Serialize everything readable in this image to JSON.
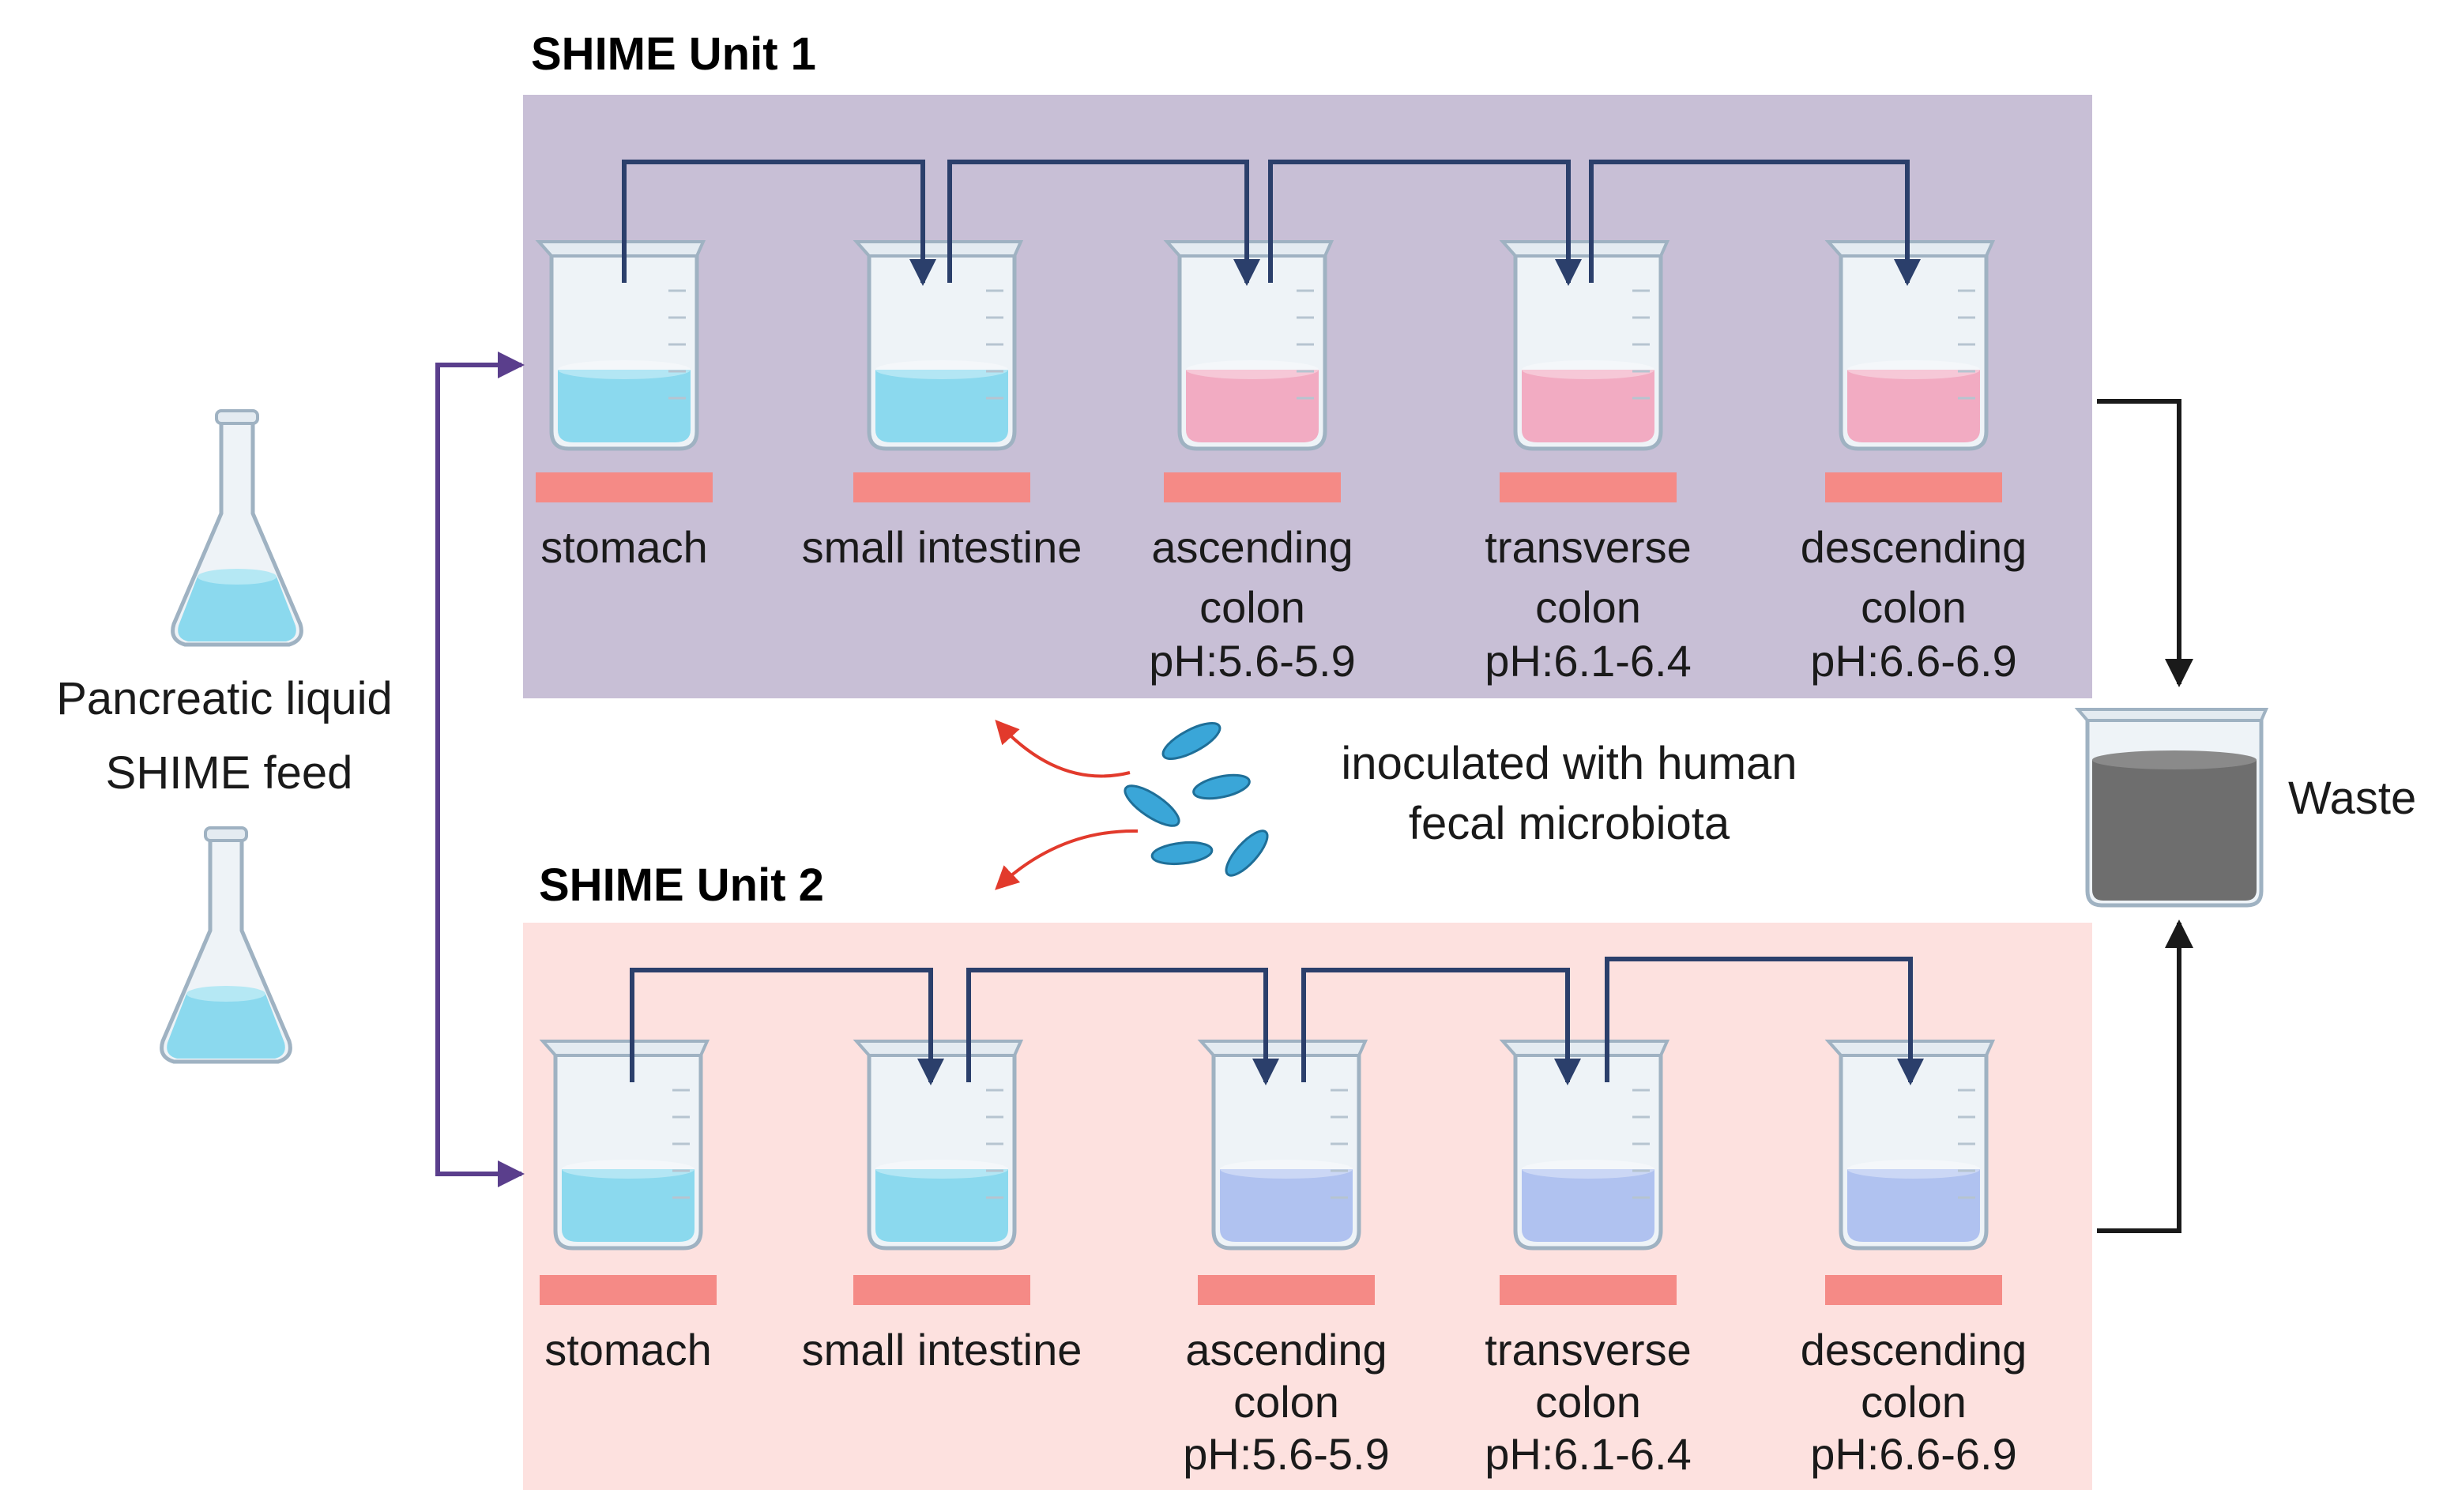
{
  "colors": {
    "unit1_title": "#5a4a8a",
    "unit1_panel": "#c8bfd6",
    "unit2_title": "#d9443f",
    "unit2_panel": "#fde1df",
    "flow_arrow": "#2b3f6b",
    "feed_arrow": "#5a3e8c",
    "waste_arrow": "#1a1a1a",
    "heater_bar": "#f58a86",
    "liquid_blue": "#7fd6ec",
    "liquid_pink": "#f2a3bb",
    "liquid_lavender": "#a9bcee",
    "liquid_waste": "#6e6e6e",
    "bacteria": "#3aa6d8",
    "inoculation_arrow": "#e23a2c"
  },
  "feed": {
    "line1": "Pancreatic liquid",
    "line2": "SHIME feed"
  },
  "unit1": {
    "title": "SHIME Unit 1",
    "vessels": [
      {
        "lines": [
          "stomach"
        ],
        "liquid": "blue"
      },
      {
        "lines": [
          "small intestine"
        ],
        "liquid": "blue"
      },
      {
        "lines": [
          "ascending",
          "colon",
          "pH:5.6-5.9"
        ],
        "liquid": "pink"
      },
      {
        "lines": [
          "transverse",
          "colon",
          "pH:6.1-6.4"
        ],
        "liquid": "pink"
      },
      {
        "lines": [
          "descending",
          "colon",
          "pH:6.6-6.9"
        ],
        "liquid": "pink"
      }
    ]
  },
  "unit2": {
    "title": "SHIME Unit 2",
    "vessels": [
      {
        "lines": [
          "stomach"
        ],
        "liquid": "blue"
      },
      {
        "lines": [
          "small intestine"
        ],
        "liquid": "blue"
      },
      {
        "lines": [
          "ascending",
          "colon",
          "pH:5.6-5.9"
        ],
        "liquid": "lavender"
      },
      {
        "lines": [
          "transverse",
          "colon",
          "pH:6.1-6.4"
        ],
        "liquid": "lavender"
      },
      {
        "lines": [
          "descending",
          "colon",
          "pH:6.6-6.9"
        ],
        "liquid": "lavender"
      }
    ]
  },
  "inoculation": {
    "line1": "inoculated with human",
    "line2": "fecal microbiota"
  },
  "waste": {
    "label": "Waste"
  }
}
